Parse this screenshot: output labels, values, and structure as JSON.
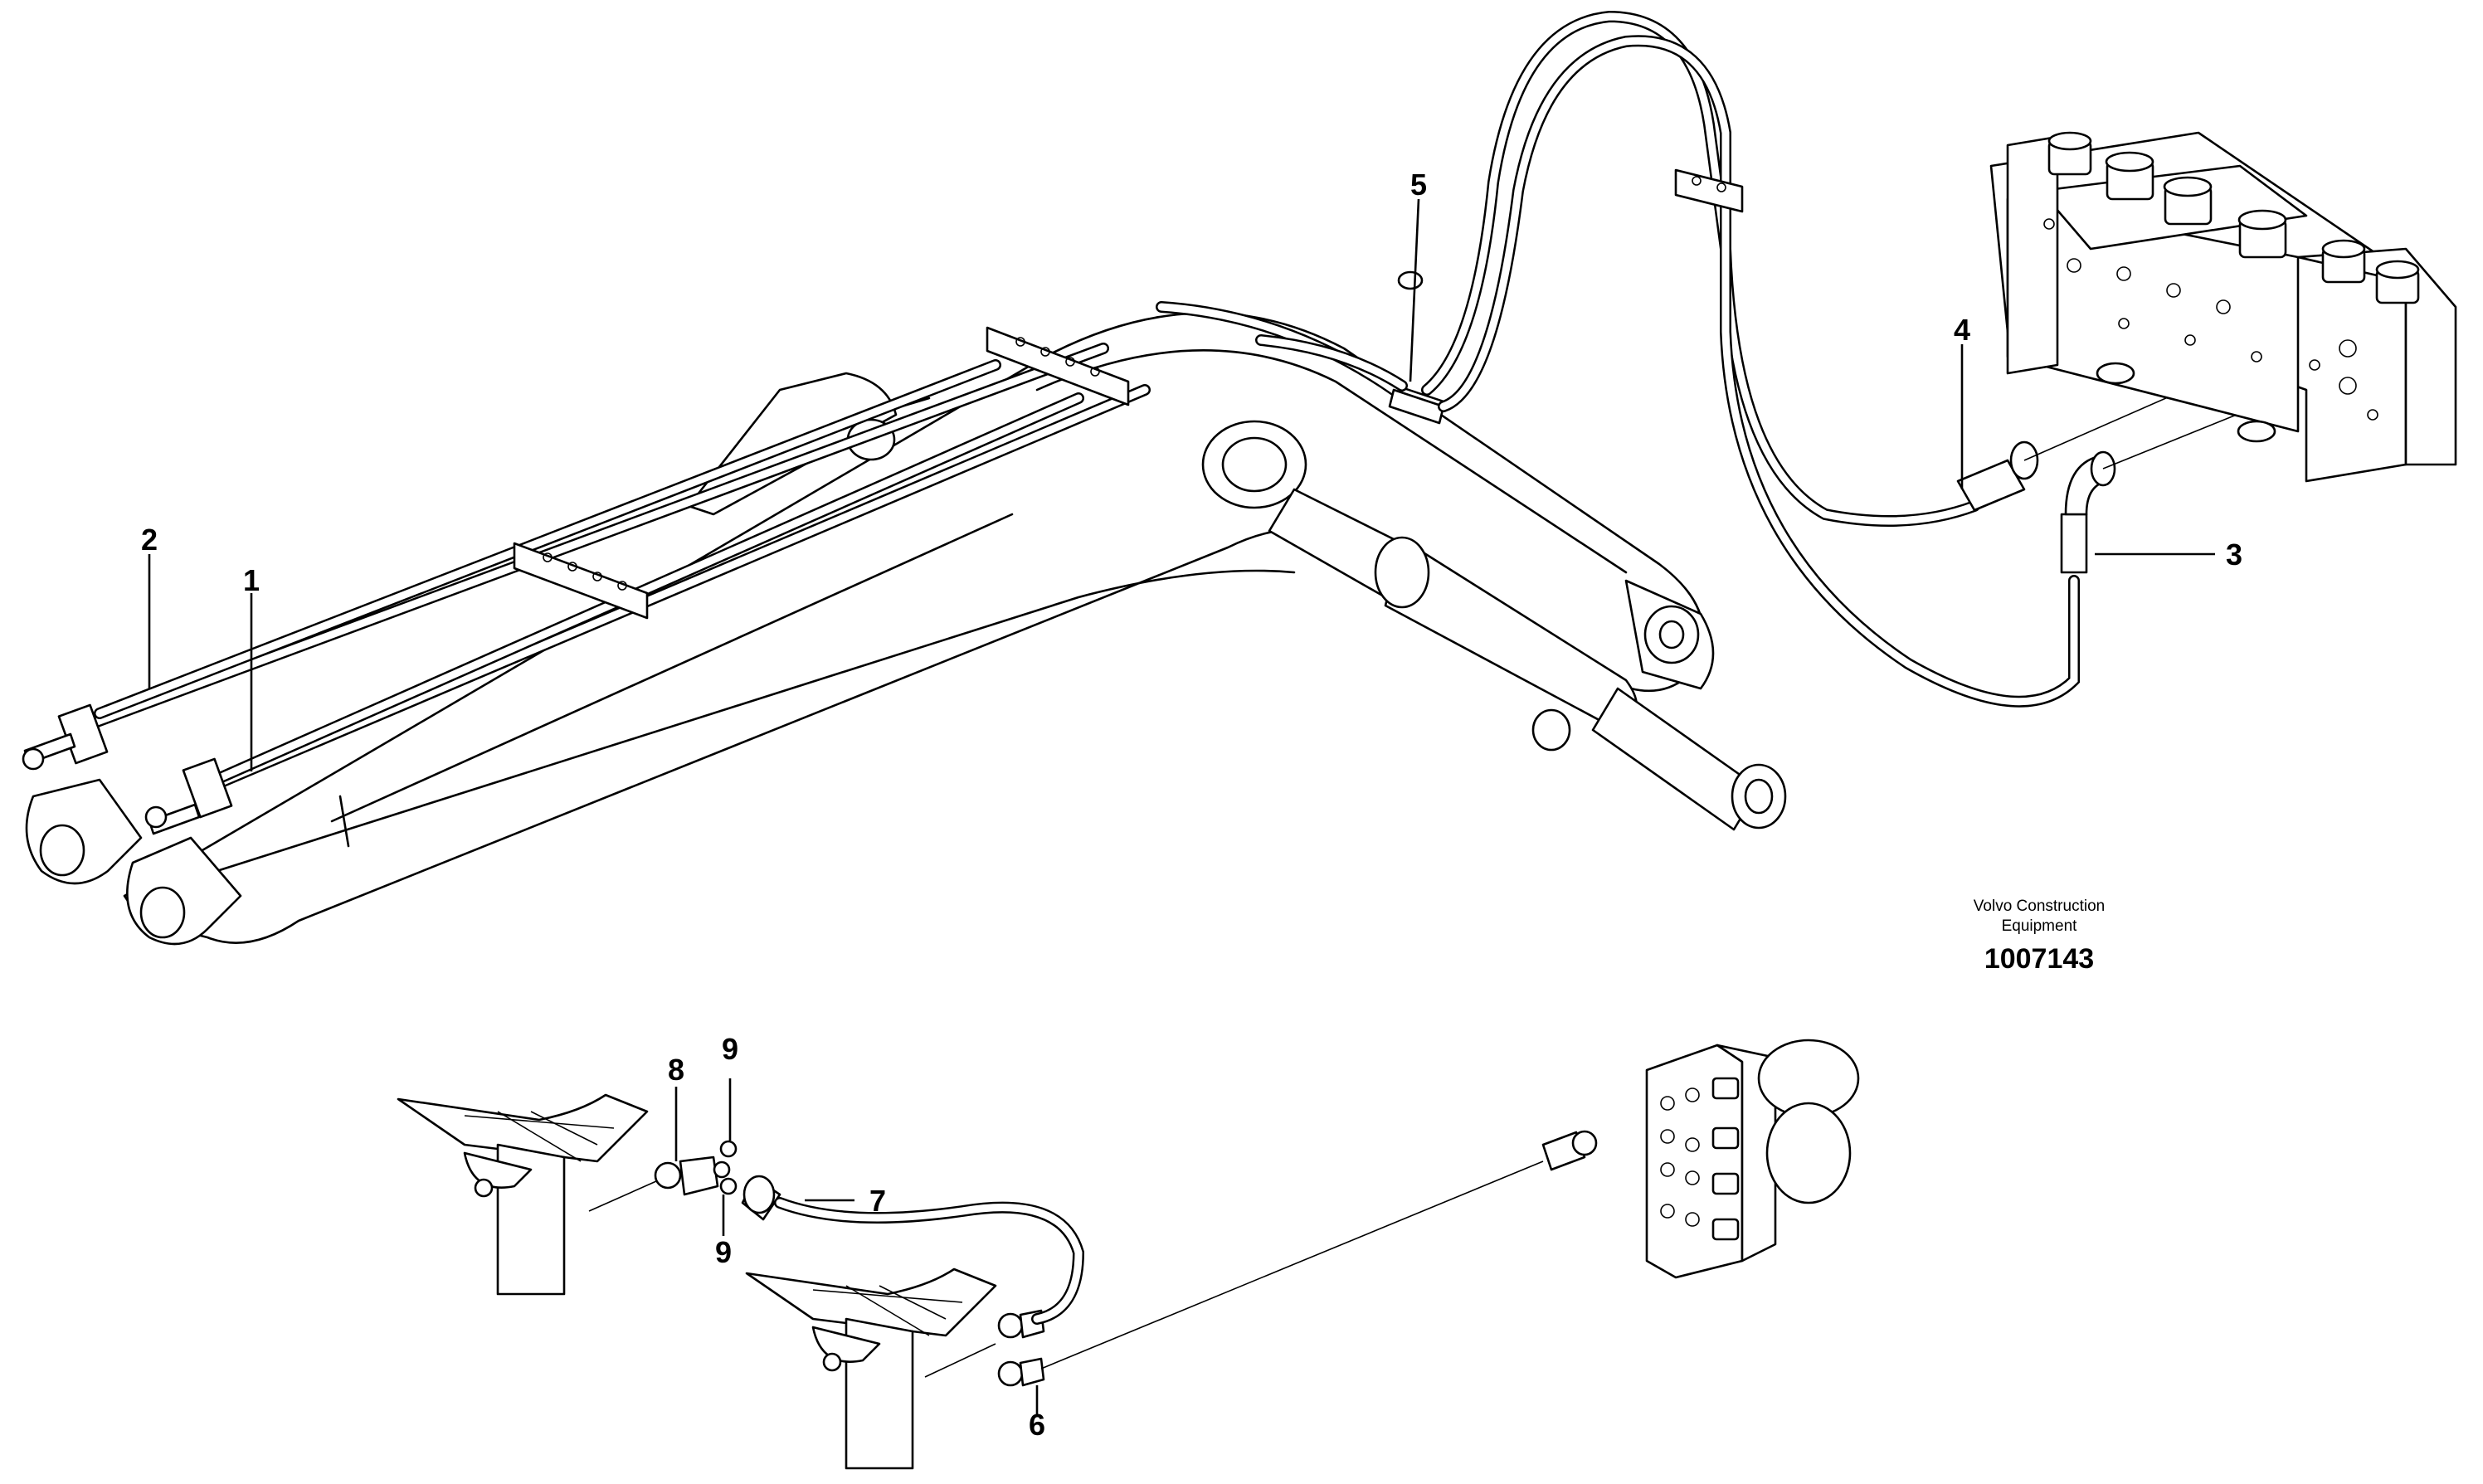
{
  "callouts": {
    "c1": "1",
    "c2": "2",
    "c3": "3",
    "c4": "4",
    "c5": "5",
    "c6": "6",
    "c7": "7",
    "c8": "8",
    "c9a": "9",
    "c9b": "9"
  },
  "caption": {
    "brand_line1": "Volvo Construction",
    "brand_line2": "Equipment",
    "part_number": "1007143"
  }
}
